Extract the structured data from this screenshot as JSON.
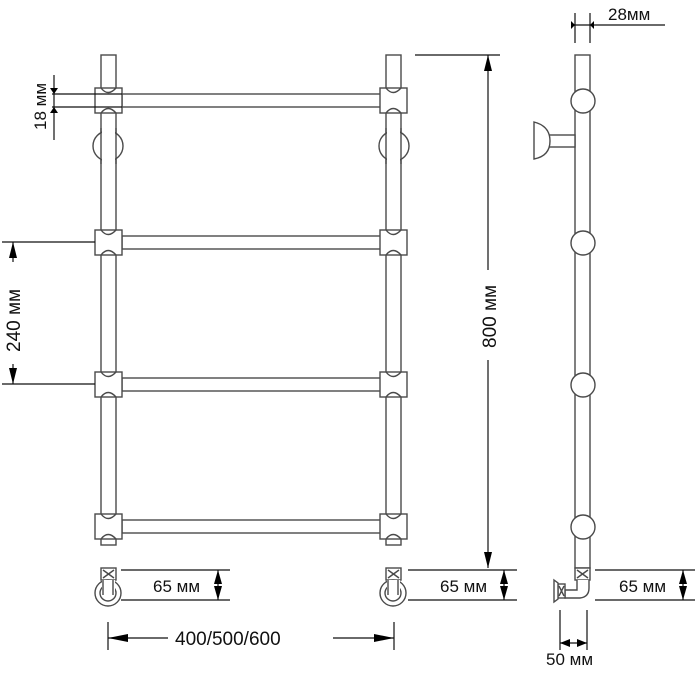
{
  "drawing": {
    "title": "Heated towel rail dimension drawing",
    "front_view": {
      "rungs": 4,
      "labels": {
        "rung_diameter": "18 мм",
        "rung_spacing": "240 мм",
        "height": "800 мм",
        "width": "400/500/600",
        "bottom_offset_left": "65 мм",
        "bottom_offset_right": "65 мм"
      }
    },
    "side_view": {
      "labels": {
        "pipe_diameter": "28мм",
        "bottom_offset": "65 мм",
        "wall_offset": "50 мм"
      }
    },
    "colors": {
      "line": "#4a4a4a",
      "dimension": "#111111",
      "background": "#ffffff"
    }
  }
}
